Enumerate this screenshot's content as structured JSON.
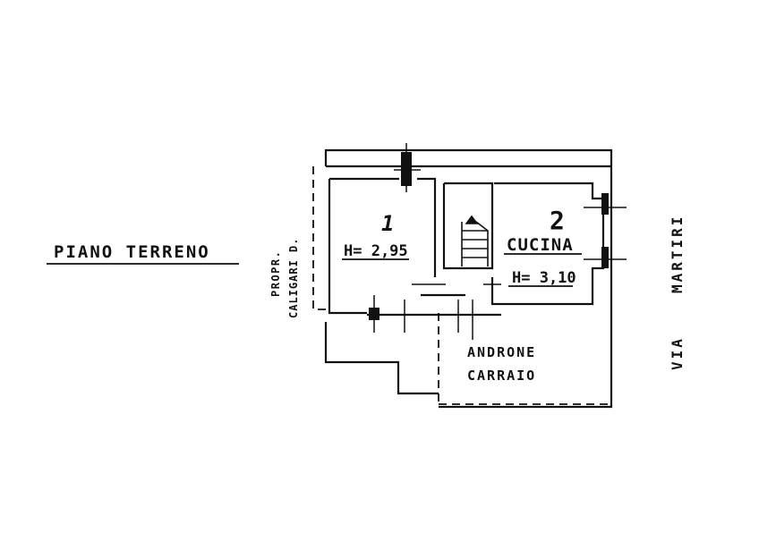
{
  "plan": {
    "floor_title": "PIANO TERRENO",
    "neighbor": {
      "line1": "PROPR.",
      "line2": "CALIGARI D."
    },
    "room1": {
      "number": "1",
      "height": "H= 2,95"
    },
    "room2": {
      "number": "2",
      "name": "CUCINA",
      "height": "H= 3,10"
    },
    "passage": {
      "line1": "ANDRONE",
      "line2": "CARRAIO"
    },
    "street": {
      "line1": "VIA",
      "line2": "MARTIRI"
    }
  }
}
